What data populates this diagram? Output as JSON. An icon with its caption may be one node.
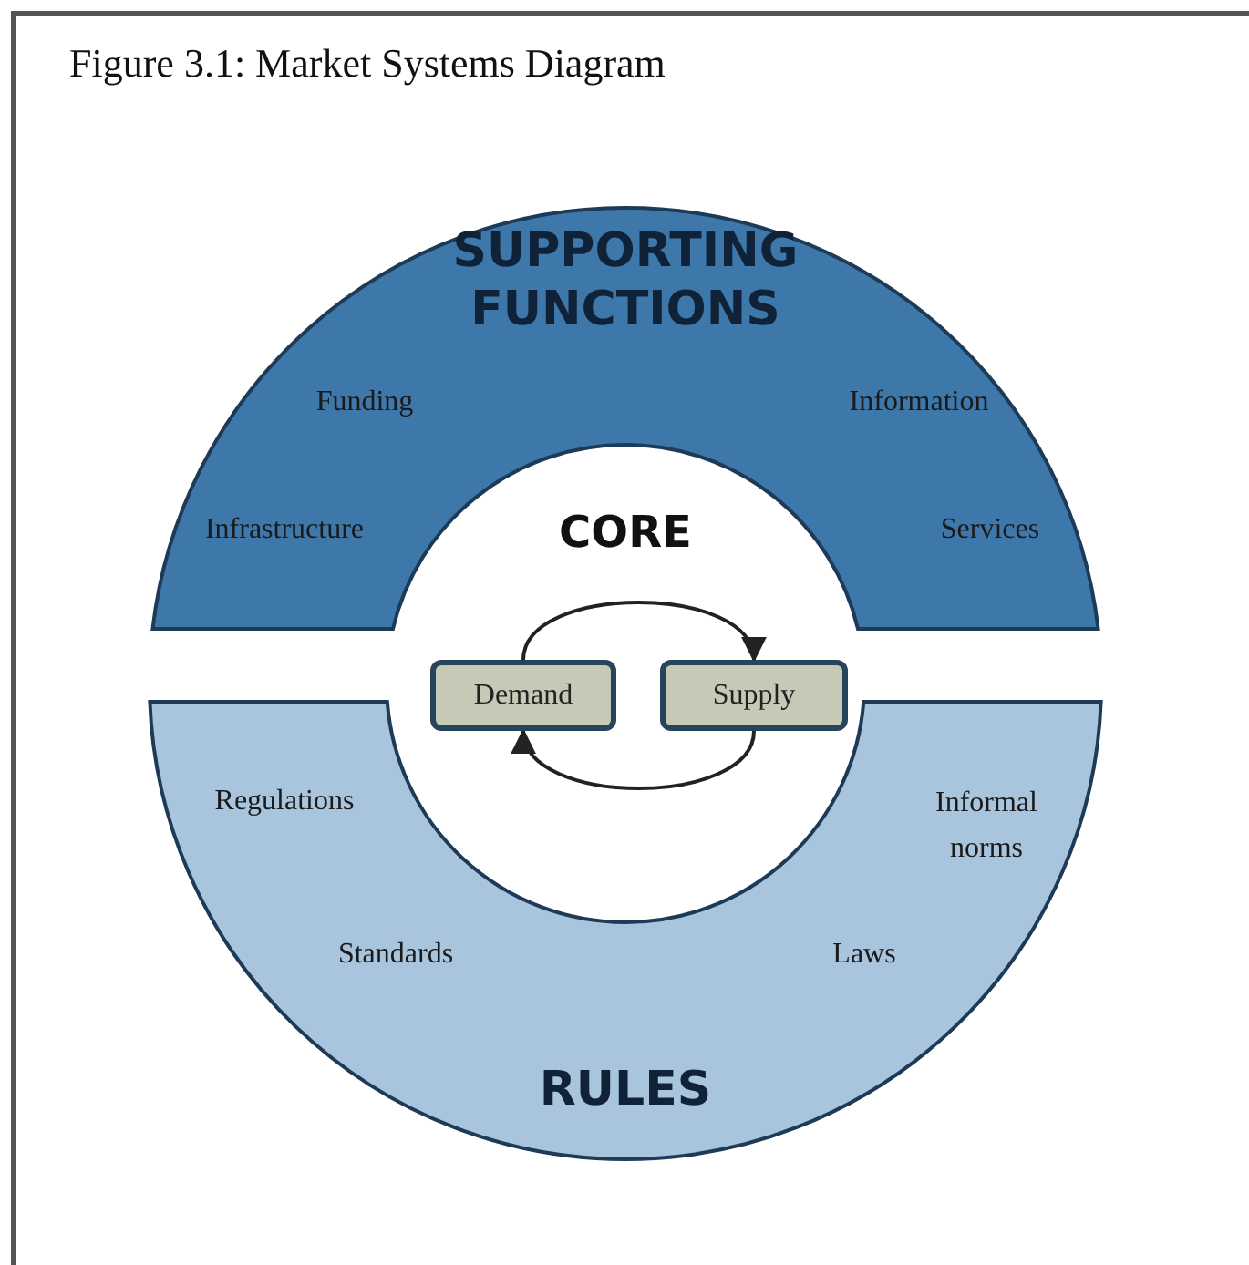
{
  "diagram": {
    "title": "Figure 3.1: Market Systems Diagram",
    "nodes": [
      {
        "text": [
          "SUPPORTING FUNCTIONS",
          "Funding",
          "Information",
          "Infrastructure",
          "Services"
        ]
      },
      {
        "text": [
          "Regulations",
          "Informal norms",
          "Standards",
          "Laws",
          "RULES"
        ]
      },
      {
        "text": [
          "Demand"
        ]
      },
      {
        "text": [
          "Supply"
        ]
      }
    ],
    "edges": [
      {
        "from": 2,
        "to": 3,
        "arrow": "to"
      },
      {
        "from": 3,
        "to": 2,
        "arrow": "to"
      }
    ],
    "labels": [
      "CORE"
    ]
  }
}
